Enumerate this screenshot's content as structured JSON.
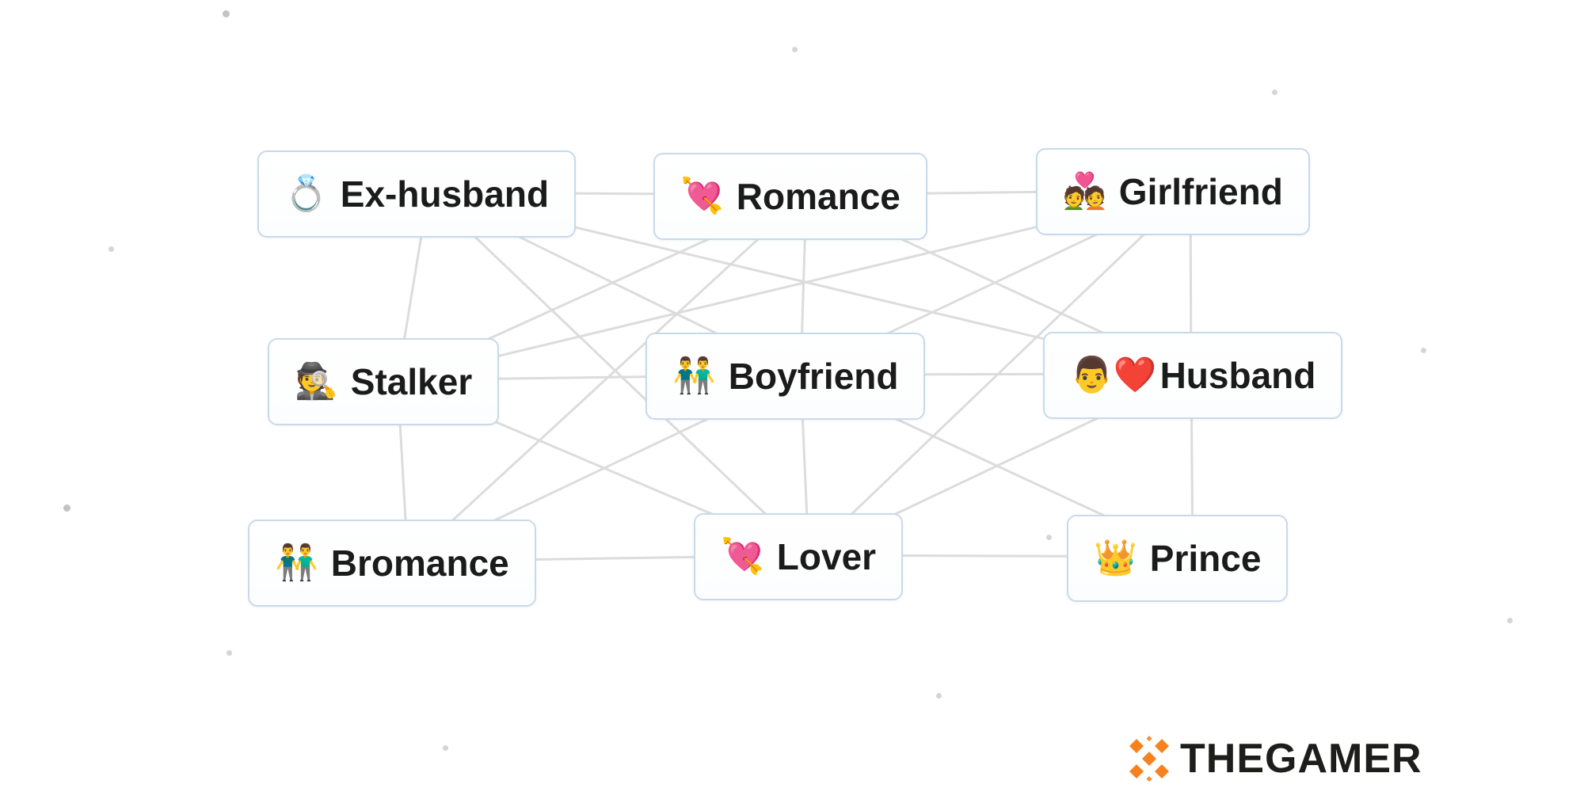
{
  "game": {
    "name_hint": "craft-board",
    "tiles": [
      {
        "id": "ex-husband",
        "emoji": "💍",
        "label": "Ex-husband"
      },
      {
        "id": "romance",
        "emoji": "💘",
        "label": "Romance"
      },
      {
        "id": "girlfriend",
        "emoji": "💑",
        "label": "Girlfriend"
      },
      {
        "id": "stalker",
        "emoji": "🕵️",
        "label": "Stalker"
      },
      {
        "id": "boyfriend",
        "emoji": "👬",
        "label": "Boyfriend"
      },
      {
        "id": "husband",
        "emoji": "👨❤️",
        "label": "Husband"
      },
      {
        "id": "bromance",
        "emoji": "👬",
        "label": "Bromance"
      },
      {
        "id": "lover",
        "emoji": "💘",
        "label": "Lover"
      },
      {
        "id": "prince",
        "emoji": "👑",
        "label": "Prince"
      }
    ]
  },
  "watermark": {
    "text": "THEGAMER",
    "icon": "thegamer-diamond-icon",
    "icon_color": "#F5821F",
    "text_color": "#1D1D1B"
  },
  "colors": {
    "background": "#FFFFFF",
    "tile_background": "#FFFFFF",
    "tile_border": "#C9D9EA",
    "tile_text": "#1B1B1B",
    "connection_line": "#DCDCDC",
    "particle": "#B9B9B9"
  }
}
